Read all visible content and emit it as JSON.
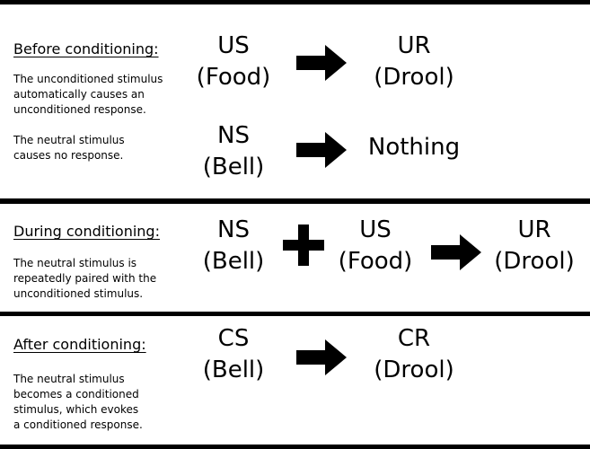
{
  "sections": {
    "before": {
      "heading": "Before conditioning:",
      "row1": {
        "desc": "The unconditioned stimulus\nautomatically causes an\nunconditioned response.",
        "stimulus": "US\n(Food)",
        "response": "UR\n(Drool)"
      },
      "row2": {
        "desc": "The neutral stimulus\ncauses no response.",
        "stimulus": "NS\n(Bell)",
        "response": "Nothing"
      }
    },
    "during": {
      "heading": "During conditioning:",
      "desc": "The neutral stimulus is\nrepeatedly paired with the\nunconditioned stimulus.",
      "stimulus1": "NS\n(Bell)",
      "stimulus2": "US\n(Food)",
      "response": "UR\n(Drool)"
    },
    "after": {
      "heading": "After conditioning:",
      "desc": "The neutral stimulus\nbecomes a conditioned\nstimulus, which evokes\na conditioned response.",
      "stimulus": "CS\n(Bell)",
      "response": "CR\n(Drool)"
    }
  },
  "icons": {
    "arrow": "right-arrow-icon",
    "plus": "plus-icon"
  },
  "colors": {
    "ink": "#000000",
    "background": "#ffffff"
  }
}
